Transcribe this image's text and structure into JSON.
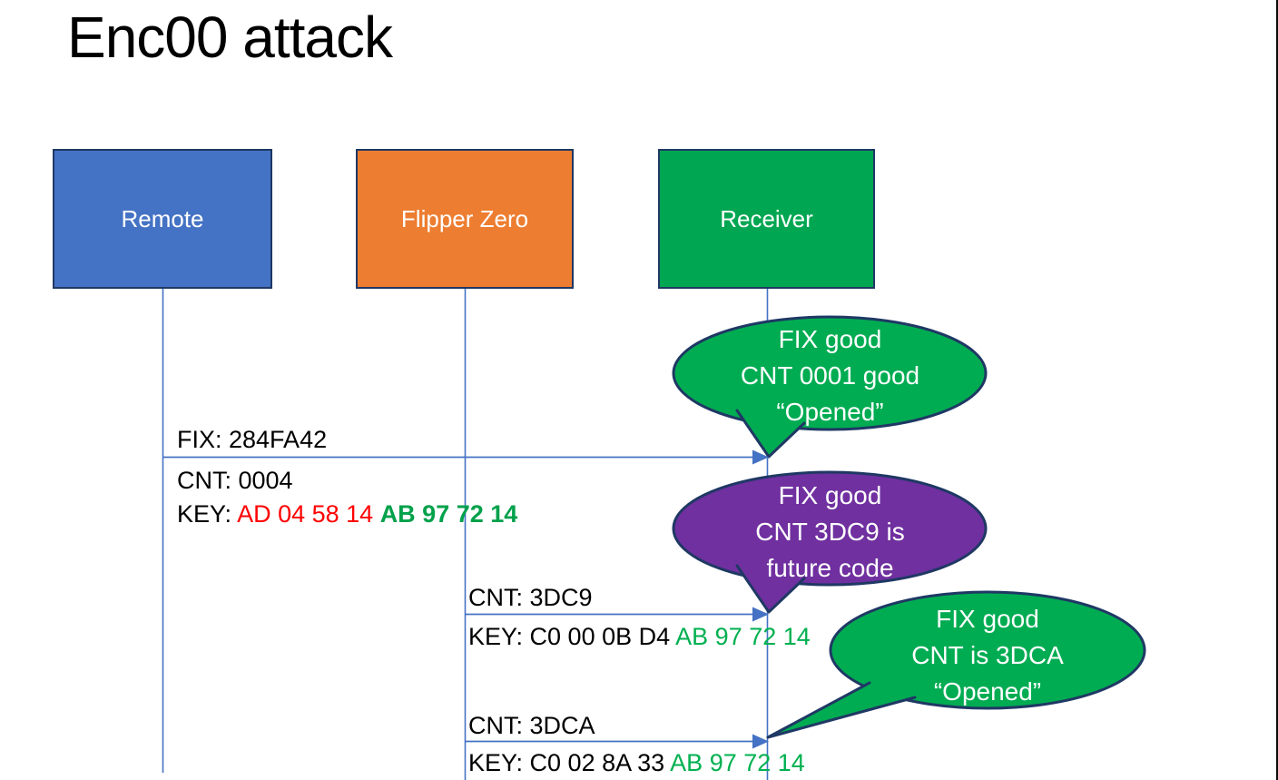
{
  "title": "Enc00 attack",
  "actors": [
    {
      "label": "Remote",
      "fill": "#4472C4"
    },
    {
      "label": "Flipper Zero",
      "fill": "#ED7D31"
    },
    {
      "label": "Receiver",
      "fill": "#00A651"
    }
  ],
  "messages": [
    {
      "above": "FIX: 284FA42",
      "cnt": "CNT: 0004",
      "key_prefix": "KEY: ",
      "key_red": "AD 04 58 14 ",
      "key_green": "AB 97 72 14"
    },
    {
      "above": "CNT: 3DC9",
      "key_prefix": "KEY: C0 00 0B D4 ",
      "key_green": "AB 97 72 14"
    },
    {
      "above": "CNT: 3DCA",
      "key_prefix": "KEY: C0 02 8A 33 ",
      "key_green": "AB 97 72 14"
    }
  ],
  "callouts": [
    {
      "color": "#00AC52",
      "lines": [
        "FIX good",
        "CNT 0001 good",
        "“Opened”"
      ]
    },
    {
      "color": "#7030A0",
      "lines": [
        "FIX good",
        "CNT 3DC9 is",
        "future code"
      ]
    },
    {
      "color": "#00AC52",
      "lines": [
        "FIX good",
        "CNT is 3DCA",
        "“Opened”"
      ]
    }
  ],
  "colors": {
    "actor_border": "#1F3864",
    "bubble_border": "#1F3864",
    "line_blue": "#4472C4",
    "key_red": "#FF0000",
    "key_green": "#00B050",
    "title_text": "#000000",
    "bubble_text": "#FFFFFF"
  }
}
